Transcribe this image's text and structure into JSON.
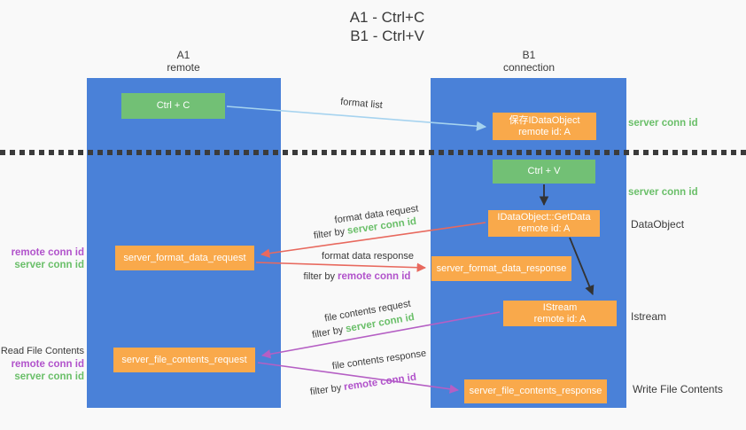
{
  "title": {
    "line1": "A1 - Ctrl+C",
    "line2": "B1 - Ctrl+V"
  },
  "columns": {
    "a": {
      "name": "A1",
      "role": "remote"
    },
    "b": {
      "name": "B1",
      "role": "connection"
    }
  },
  "nodes": {
    "ctrl_c": {
      "label": "Ctrl + C"
    },
    "save_idataobject": {
      "line1": "保存IDataObject",
      "line2": "remote id: A"
    },
    "ctrl_v": {
      "label": "Ctrl + V"
    },
    "idataobject_getdata": {
      "line1": "IDataObject::GetData",
      "line2": "remote id: A"
    },
    "server_format_data_request": {
      "label": "server_format_data_request"
    },
    "server_format_data_response": {
      "label": "server_format_data_response"
    },
    "istream": {
      "line1": "IStream",
      "line2": "remote id: A"
    },
    "server_file_contents_request": {
      "label": "server_file_contents_request"
    },
    "server_file_contents_response": {
      "label": "server_file_contents_response"
    }
  },
  "arrow_labels": {
    "format_list": "format list",
    "format_data_request": "format data request",
    "format_data_response": "format data response",
    "file_contents_request": "file contents request",
    "file_contents_response": "file contents response",
    "filter_by": "filter by",
    "server_conn_id": "server conn id",
    "remote_conn_id": "remote conn id"
  },
  "side_labels": {
    "server_conn_id_top": "server conn id",
    "server_conn_id_mid": "server conn id",
    "dataobject": "DataObject",
    "istream": "Istream",
    "read_file_contents": "Read File Contents",
    "write_file_contents": "Write File Contents",
    "remote_conn_id": "remote conn id",
    "server_conn_id": "server conn id"
  },
  "colors": {
    "column_blue": "#4a81d8",
    "node_green": "#72c075",
    "node_orange": "#f9a94b",
    "arrow_light_blue": "#a6d3ef",
    "arrow_salmon": "#e8695e",
    "arrow_purple": "#b55fc4",
    "arrow_black": "#333333",
    "label_green": "#6abf69",
    "label_purple": "#b153cb",
    "background": "#f9f9f9"
  }
}
